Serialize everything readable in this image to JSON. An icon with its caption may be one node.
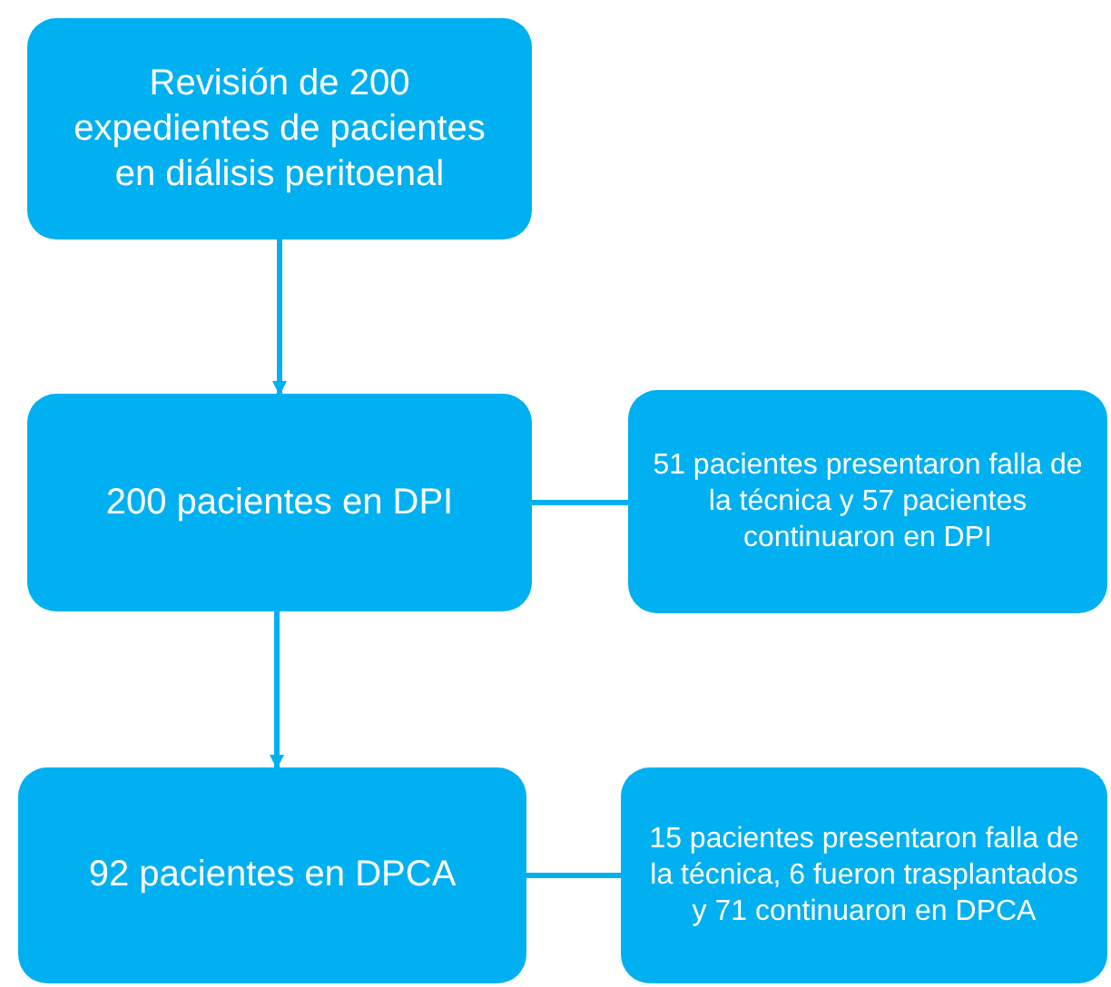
{
  "diagram": {
    "nodes": [
      {
        "text": [
          "Revisión de 200 expedientes de pacientes en diálisis peritoenal"
        ]
      },
      {
        "text": [
          "200 pacientes en DPI"
        ]
      },
      {
        "text": [
          "51 pacientes presentaron falla de la técnica y 57 pacientes continuaron en DPI"
        ]
      },
      {
        "text": [
          "92 pacientes en DPCA"
        ]
      },
      {
        "text": [
          "15 pacientes presentaron falla de la técnica, 6 fueron trasplantados y 71 continuaron en DPCA"
        ]
      }
    ],
    "edges": [
      {
        "from": 0,
        "to": 1,
        "arrow": "to"
      },
      {
        "from": 1,
        "to": 2,
        "arrow": "none"
      },
      {
        "from": 1,
        "to": 3,
        "arrow": "to"
      },
      {
        "from": 3,
        "to": 4,
        "arrow": "none"
      }
    ]
  }
}
